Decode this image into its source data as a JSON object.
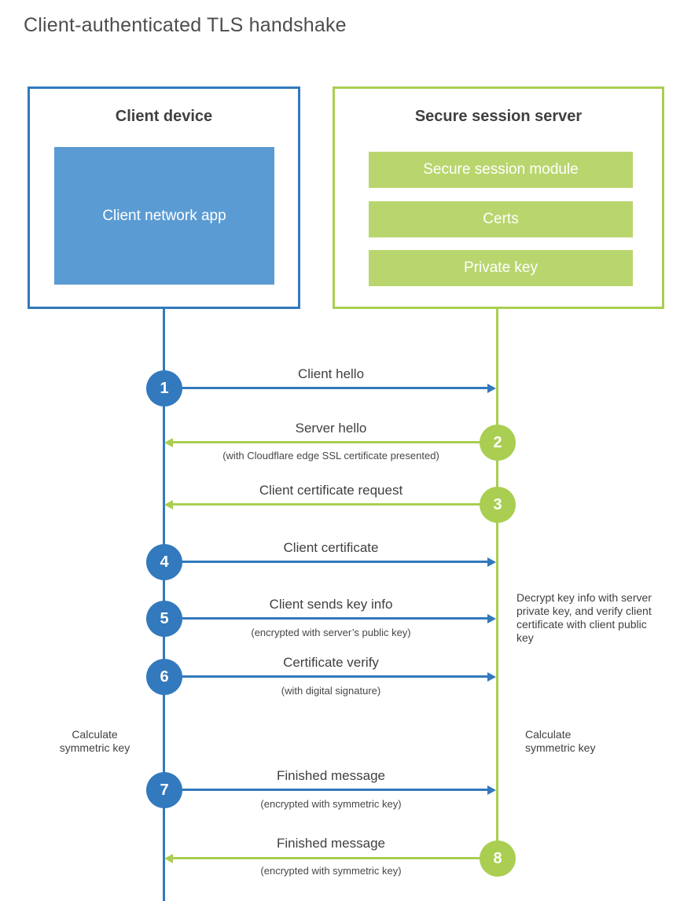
{
  "title": "Client-authenticated TLS handshake",
  "colors": {
    "blue": "#3279bd",
    "blue_fill": "#5b9bd3",
    "green": "#a9ce51",
    "green_fill": "#b9d66e",
    "text_dark": "#404040"
  },
  "client": {
    "title": "Client device",
    "app_label": "Client network app"
  },
  "server": {
    "title": "Secure session server",
    "modules": [
      "Secure session module",
      "Certs",
      "Private key"
    ]
  },
  "steps": [
    {
      "num": "1",
      "label": "Client hello",
      "sub": "",
      "direction": "right",
      "color": "blue"
    },
    {
      "num": "2",
      "label": "Server hello",
      "sub": "(with Cloudflare edge SSL certificate presented)",
      "direction": "left",
      "color": "green"
    },
    {
      "num": "3",
      "label": "Client certificate request",
      "sub": "",
      "direction": "left",
      "color": "green"
    },
    {
      "num": "4",
      "label": "Client certificate",
      "sub": "",
      "direction": "right",
      "color": "blue"
    },
    {
      "num": "5",
      "label": "Client sends key info",
      "sub": "(encrypted with server’s public key)",
      "direction": "right",
      "color": "blue"
    },
    {
      "num": "6",
      "label": "Certificate verify",
      "sub": "(with digital signature)",
      "direction": "right",
      "color": "blue"
    },
    {
      "num": "7",
      "label": "Finished message",
      "sub": "(encrypted with symmetric key)",
      "direction": "right",
      "color": "blue"
    },
    {
      "num": "8",
      "label": "Finished message",
      "sub": "(encrypted with symmetric key)",
      "direction": "left",
      "color": "green"
    }
  ],
  "notes": {
    "decrypt": "Decrypt key info with server private key, and verify client certificate with client public key",
    "calc_left": "Calculate symmetric key",
    "calc_right": "Calculate symmetric key"
  }
}
